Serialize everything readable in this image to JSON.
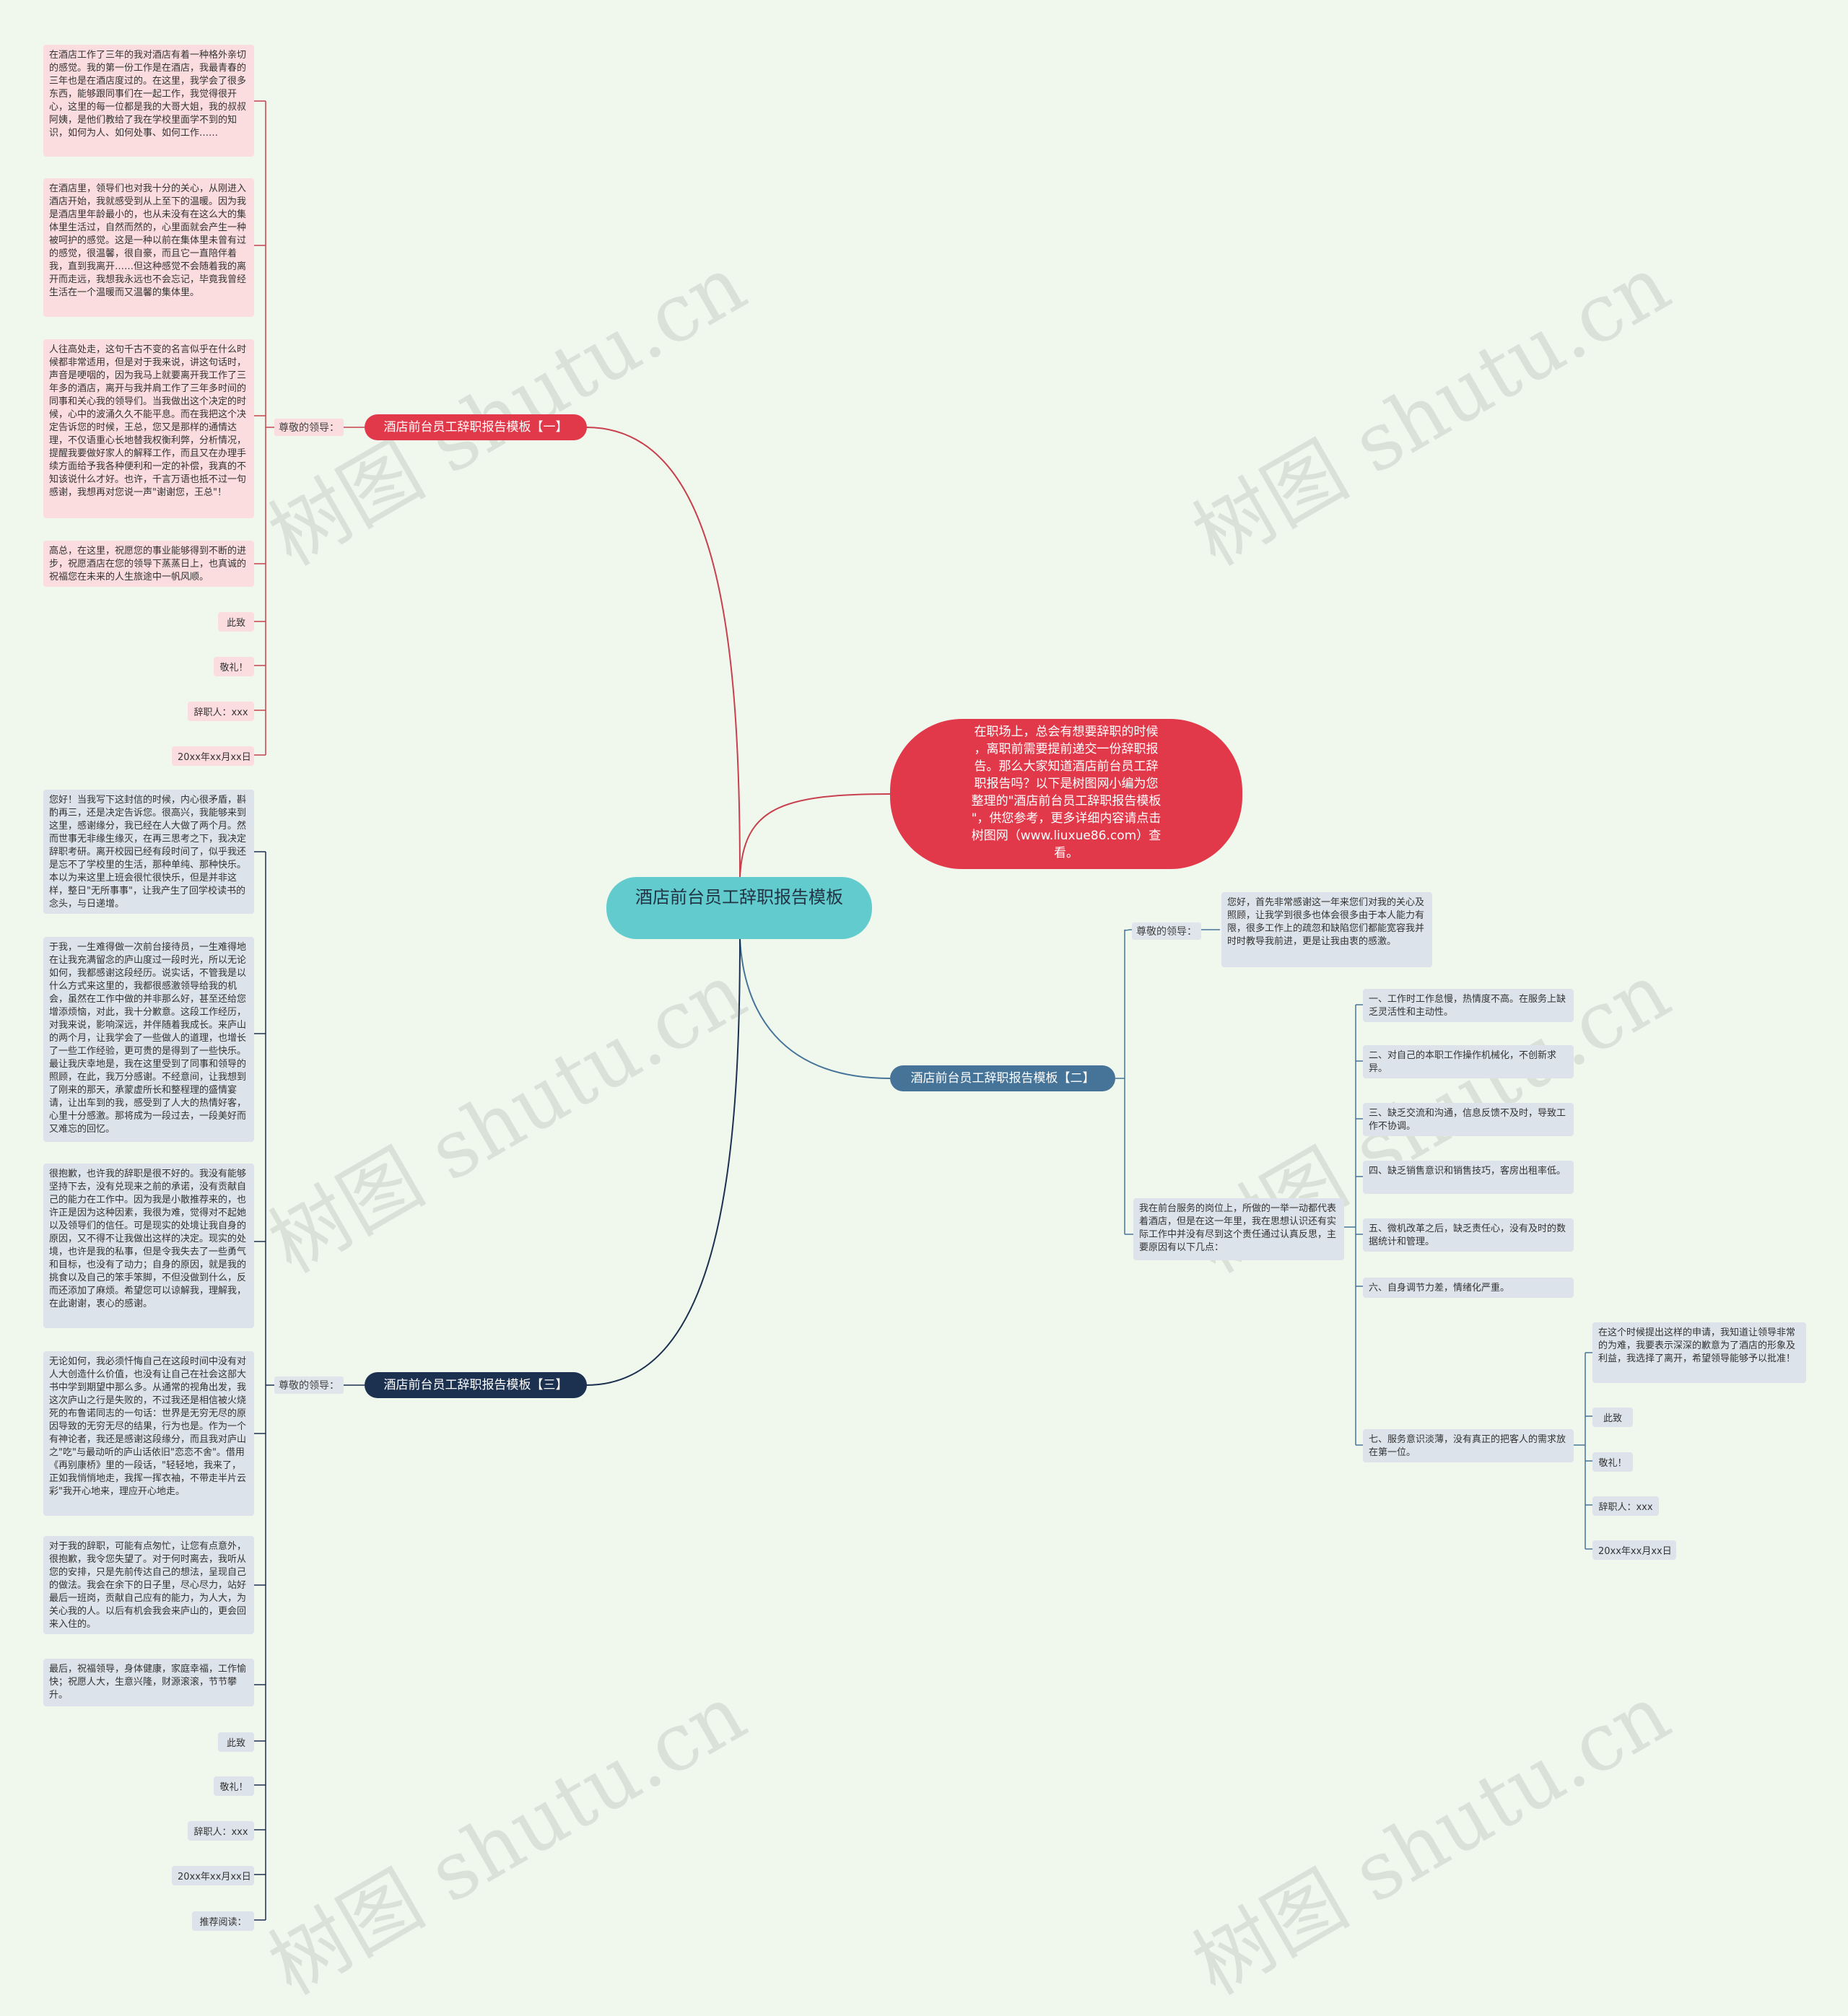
{
  "center": "酒店前台员工辞职报告模板",
  "intro": "在职场上，总会有想要辞职的时候\n，离职前需要提前递交一份辞职报\n告。那么大家知道酒店前台员工辞\n职报告吗？以下是树图网小编为您\n整理的\"酒店前台员工辞职报告模板\n\"，供您参考，更多详细内容请点击\n树图网（www.liuxue86.com）查\n看。",
  "watermark": "树图 shutu.cn",
  "branch1": {
    "title": "酒店前台员工辞职报告模板【一】",
    "salutation": "尊敬的领导：",
    "paragraphs": [
      "在酒店工作了三年的我对酒店有着一种格外亲切的感觉。我的第一份工作是在酒店，我最青春的三年也是在酒店度过的。在这里，我学会了很多东西，能够跟同事们在一起工作，我觉得很开心，这里的每一位都是我的大哥大姐，我的叔叔阿姨，是他们教给了我在学校里面学不到的知识，如何为人、如何处事、如何工作……",
      "在酒店里，领导们也对我十分的关心，从刚进入酒店开始，我就感受到从上至下的温暖。因为我是酒店里年龄最小的，也从未没有在这么大的集体里生活过，自然而然的，心里面就会产生一种被呵护的感觉。这是一种以前在集体里未曾有过的感觉，很温馨，很自豪，而且它一直陪伴着我，直到我离开……但这种感觉不会随着我的离开而走远，我想我永远也不会忘记，毕竟我曾经生活在一个温暖而又温馨的集体里。",
      "人往高处走，这句千古不变的名言似乎在什么时候都非常适用，但是对于我来说，讲这句话时，声音是哽咽的，因为我马上就要离开我工作了三年多的酒店，离开与我并肩工作了三年多时间的同事和关心我的领导们。当我做出这个决定的时候，心中的波涌久久不能平息。而在我把这个决定告诉您的时候，王总，您又是那样的通情达理，不仅语重心长地替我权衡利弊，分析情况，提醒我要做好家人的解释工作，而且又在办理手续方面给予我各种便利和一定的补偿，我真的不知该说什么才好。也许，千言万语也抵不过一句感谢，我想再对您说一声\"谢谢您，王总\"！",
      "高总，在这里，祝愿您的事业能够得到不断的进步，祝愿酒店在您的领导下蒸蒸日上，也真诚的祝福您在未来的人生旅途中一帆风顺。"
    ],
    "closing1": "此致",
    "closing2": "敬礼！",
    "signer": "辞职人：xxx",
    "date": "20xx年xx月xx日"
  },
  "branch2": {
    "title": "酒店前台员工辞职报告模板【二】",
    "salutation": "尊敬的领导：",
    "greeting": "您好，首先非常感谢这一年来您们对我的关心及照顾，让我学到很多也体会很多由于本人能力有限，很多工作上的疏忽和缺陷您们都能宽容我并时时教导我前进，更是让我由衷的感激。",
    "reason_intro": "我在前台服务的岗位上，所做的一举一动都代表着酒店，但是在这一年里，我在思想认识还有实际工作中并没有尽到这个责任通过认真反思，主要原因有以下几点：",
    "reasons": [
      "一、工作时工作怠慢，热情度不高。在服务上缺乏灵活性和主动性。",
      "二、对自己的本职工作操作机械化，不创新求异。",
      "三、缺乏交流和沟通，信息反馈不及时，导致工作不协调。",
      "四、缺乏销售意识和销售技巧，客房出租率低。",
      "五、微机改革之后，缺乏责任心，没有及时的数据统计和管理。",
      "六、自身调节力差，情绪化严重。",
      "七、服务意识淡薄，没有真正的把客人的需求放在第一位。"
    ],
    "final_para": "在这个时候提出这样的申请，我知道让领导非常的为难，我要表示深深的歉意为了酒店的形象及利益，我选择了离开，希望领导能够予以批准！",
    "closing1": "此致",
    "closing2": "敬礼！",
    "signer": "辞职人：xxx",
    "date": "20xx年xx月xx日"
  },
  "branch3": {
    "title": "酒店前台员工辞职报告模板【三】",
    "salutation": "尊敬的领导：",
    "paragraphs": [
      "您好！当我写下这封信的时候，内心很矛盾，斟酌再三，还是决定告诉您。很高兴，我能够来到这里，感谢缘分，我已经在人大做了两个月。然而世事无非缘生缘灭，在再三思考之下，我决定辞职考研。离开校园已经有段时间了，似乎我还是忘不了学校里的生活，那种单纯、那种快乐。本以为来这里上班会很忙很快乐，但是并非这样，整日\"无所事事\"，让我产生了回学校读书的念头，与日递增。",
      "于我，一生难得做一次前台接待员，一生难得地在让我充满留念的庐山度过一段时光，所以无论如何，我都感谢这段经历。说实话，不管我是以什么方式来这里的，我都很感激领导给我的机会，虽然在工作中做的并非那么好，甚至还给您增添烦恼，对此，我十分歉意。这段工作经历，对我来说，影响深远，并伴随着我成长。来庐山的两个月，让我学会了一些做人的道理，也增长了一些工作经验，更可贵的是得到了一些快乐。最让我庆幸地是，我在这里受到了同事和领导的照顾，在此，我万分感谢。不经意间，让我想到了刚来的那天，承蒙虚所长和整程理的盛情宴请，让出车到的我，感受到了人大的热情好客，心里十分感激。那将成为一段过去，一段美好而又难忘的回忆。",
      "很抱歉，也许我的辞职是很不好的。我没有能够坚持下去，没有兑现来之前的承诺，没有贡献自己的能力在工作中。因为我是小散推荐来的，也许正是因为这种因素，我很为难，觉得对不起她以及领导们的信任。可是现实的处境让我自身的原因，又不得不让我做出这样的决定。现实的处境，也许是我的私事，但是令我失去了一些勇气和目标，也没有了动力；自身的原因，就是我的挑食以及自己的笨手笨脚，不但没做到什么，反而还添加了麻烦。希望您可以谅解我，理解我，在此谢谢，衷心的感谢。",
      "无论如何，我必须忏悔自己在这段时间中没有对人大创造什么价值，也没有让自己在社会这部大书中学到期望中那么多。从通常的视角出发，我这次庐山之行是失败的，不过我还是相信被火烧死的布鲁诺同志的一句话：世界是无穷无尽的原因导致的无穷无尽的结果，行为也是。作为一个有神论者，我还是感谢这段缘分，而且我对庐山之\"吃\"与最动听的庐山话依旧\"恋恋不舍\"。借用《再别康桥》里的一段话，\"轻轻地，我来了，正如我悄悄地走，我挥一挥衣袖，不带走半片云彩\"我开心地来，理应开心地走。",
      "对于我的辞职，可能有点匆忙，让您有点意外，很抱歉，我令您失望了。对于何时离去，我听从您的安排，只是先前传达自己的想法，呈现自己的做法。我会在余下的日子里，尽心尽力，站好最后一班岗，贡献自己应有的能力，为人大，为关心我的人。以后有机会我会来庐山的，更会回来入住的。",
      "最后，祝福领导，身体健康，家庭幸福，工作愉快；祝愿人大，生意兴隆，财源滚滚，节节攀升。"
    ],
    "closing1": "此致",
    "closing2": "敬礼！",
    "signer": "辞职人：xxx",
    "date": "20xx年xx月xx日",
    "recommend": "推荐阅读："
  }
}
